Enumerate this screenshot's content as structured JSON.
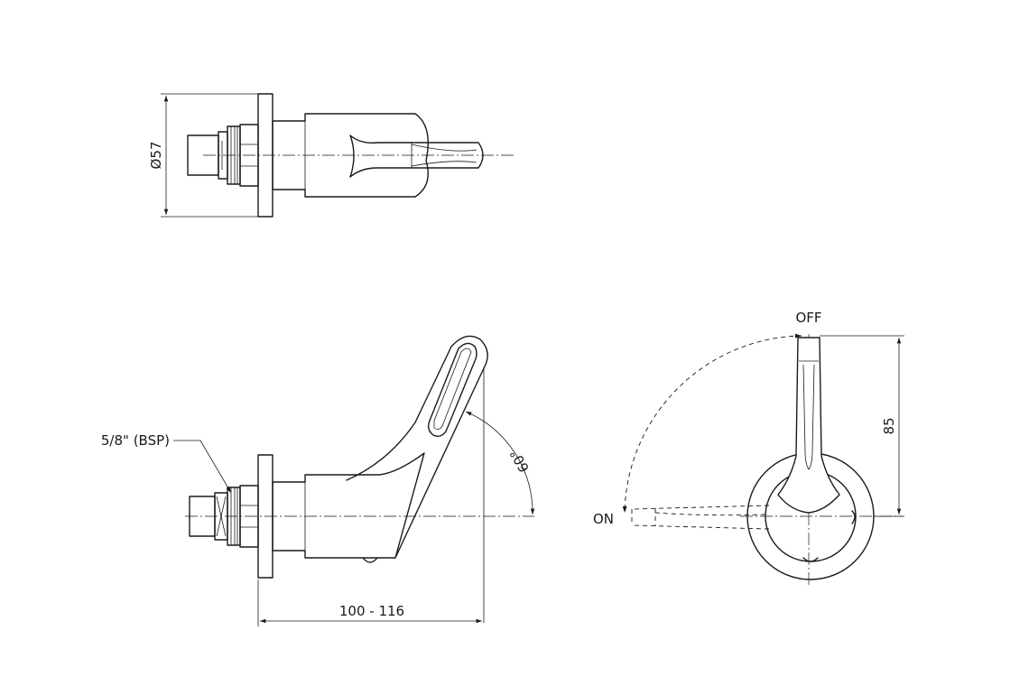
{
  "diagram": {
    "top_view": {
      "diameter_label": "Ø57"
    },
    "side_view": {
      "thread_label": "5/8\" (BSP)",
      "angle_label": "60°",
      "length_label": "100 - 116"
    },
    "end_view": {
      "off_label": "OFF",
      "on_label": "ON",
      "height_label": "85"
    }
  }
}
